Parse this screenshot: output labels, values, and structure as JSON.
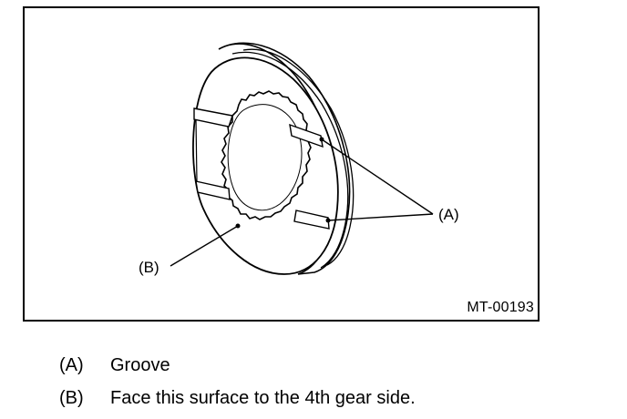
{
  "figure": {
    "code": "MT-00193",
    "callouts": {
      "a": "(A)",
      "b": "(B)"
    }
  },
  "legend": [
    {
      "key": "(A)",
      "text": "Groove"
    },
    {
      "key": "(B)",
      "text": "Face this surface to the 4th gear side."
    }
  ]
}
